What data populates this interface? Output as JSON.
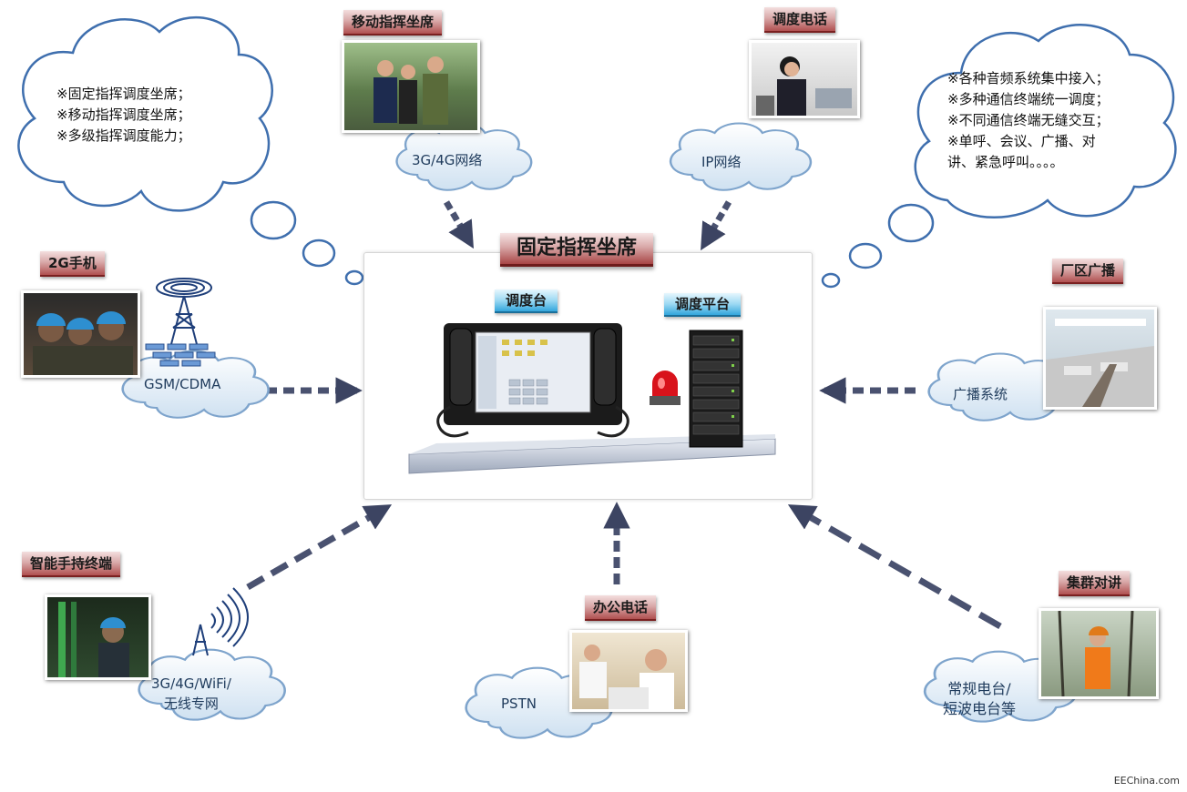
{
  "center": {
    "title": "固定指挥坐席",
    "console_label": "调度台",
    "platform_label": "调度平台"
  },
  "nodes": {
    "mobile_seat": {
      "label": "移动指挥坐席",
      "network": "3G/4G网络"
    },
    "dispatch_phone": {
      "label": "调度电话",
      "network": "IP网络"
    },
    "mobile_2g": {
      "label": "2G手机",
      "network": "GSM/CDMA"
    },
    "broadcast": {
      "label": "厂区广播",
      "network": "广播系统"
    },
    "handheld": {
      "label": "智能手持终端",
      "network_line1": "3G/4G/WiFi/",
      "network_line2": "无线专网"
    },
    "office_phone": {
      "label": "办公电话",
      "network": "PSTN"
    },
    "trunking": {
      "label": "集群对讲",
      "network_line1": "常规电台/",
      "network_line2": "短波电台等"
    }
  },
  "thoughts": {
    "left": [
      "※固定指挥调度坐席；",
      "※移动指挥调度坐席；",
      "※多级指挥调度能力；"
    ],
    "right": [
      "※各种音频系统集中接入；",
      "※多种通信终端统一调度；",
      "※不同通信终端无缝交互；",
      "※单呼、会议、广播、对",
      "讲、紧急呼叫。。。。"
    ]
  },
  "footer": "EEChina.com",
  "colors": {
    "arrow": "#454d6b",
    "arrow_light": "#8f9bb5",
    "cloud_stroke": "#3f6fae",
    "label_red": "#b05050",
    "label_blue": "#33a6dc"
  }
}
